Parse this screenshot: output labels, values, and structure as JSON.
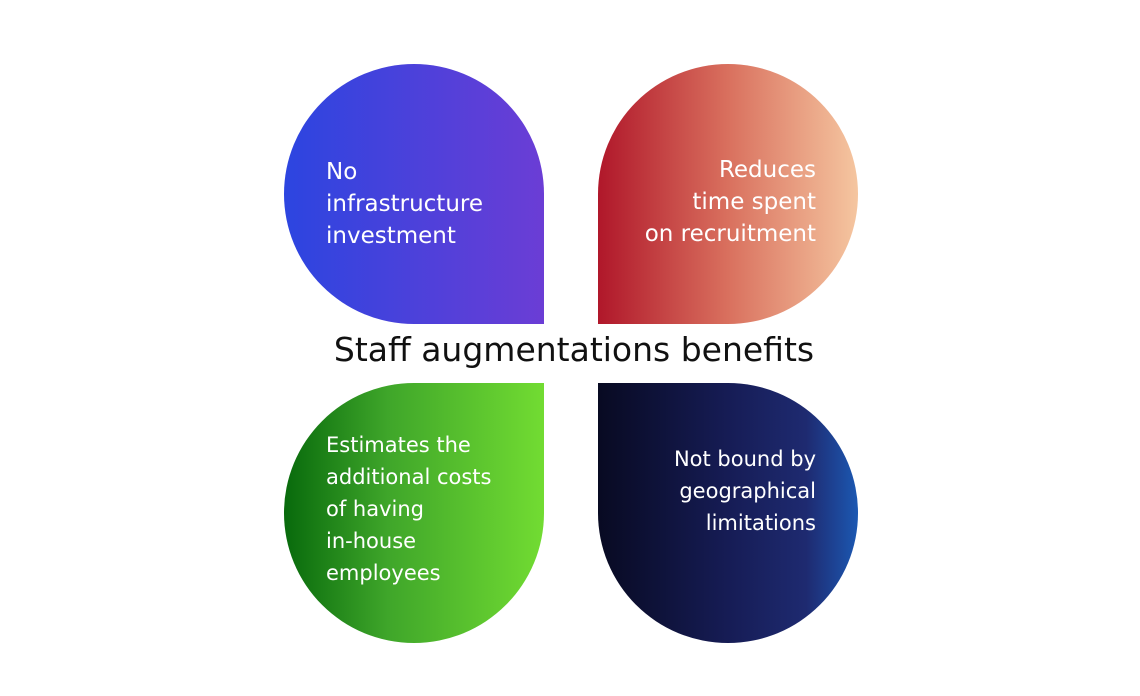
{
  "title": "Staff augmentations benefits",
  "petals": [
    {
      "text": "No\ninfrastructure\ninvestment",
      "colors": [
        "#2c45e0",
        "#6b3dd5"
      ]
    },
    {
      "text": "Reduces\ntime spent\non recruitment",
      "colors": [
        "#b0172a",
        "#f5c6a0"
      ]
    },
    {
      "text": "Estimates the\nadditional costs\nof having\nin-house\nemployees",
      "colors": [
        "#086a0c",
        "#72dc32"
      ]
    },
    {
      "text": "Not bound by\ngeographical\nlimitations",
      "colors": [
        "#080a22",
        "#1c58b2"
      ]
    }
  ]
}
